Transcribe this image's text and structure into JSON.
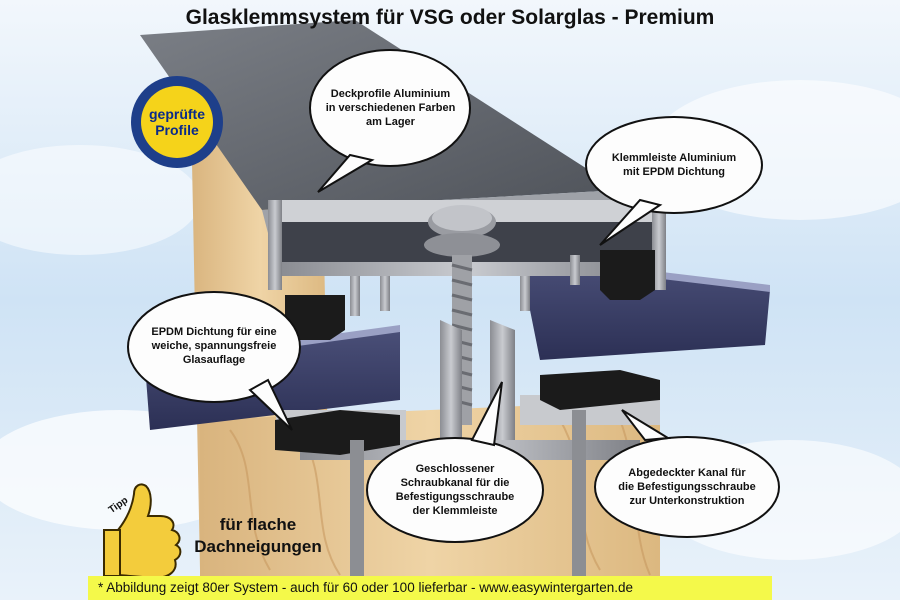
{
  "title": "Glasklemmsystem für VSG oder Solarglas - Premium",
  "seal": {
    "line1": "geprüfte",
    "line2": "Profile"
  },
  "callouts": {
    "deckprofile": [
      "Deckprofile Aluminium",
      "in verschiedenen Farben",
      "am Lager"
    ],
    "klemmleiste": [
      "Klemmleiste Aluminium",
      "mit EPDM Dichtung"
    ],
    "epdm": [
      "EPDM Dichtung für eine",
      "weiche, spannungsfreie",
      "Glasauflage"
    ],
    "schraubkanal": [
      "Geschlossener",
      "Schraubkanal für die",
      "Befestigungsschraube",
      "der Klemmleiste"
    ],
    "kanal": [
      "Abgedeckter Kanal für",
      "die Befestigungsschraube",
      "zur Unterkonstruktion"
    ]
  },
  "tip": {
    "badge": "Tipp",
    "line1": "für flache",
    "line2": "Dachneigungen"
  },
  "footer": "* Abbildung zeigt 80er System - auch für 60 oder 100 lieferbar  - www.easywintergarten.de",
  "colors": {
    "sky": "#cfe3f5",
    "footer": "#f4f94a",
    "seal_blue": "#1e3f8a",
    "seal_gold": "#f5d31a",
    "glass": "#3b3f66",
    "gasket": "#1b1b1b",
    "wood": "#e8c99a"
  },
  "icons": [
    "seal-icon",
    "thumbs-up-icon"
  ]
}
